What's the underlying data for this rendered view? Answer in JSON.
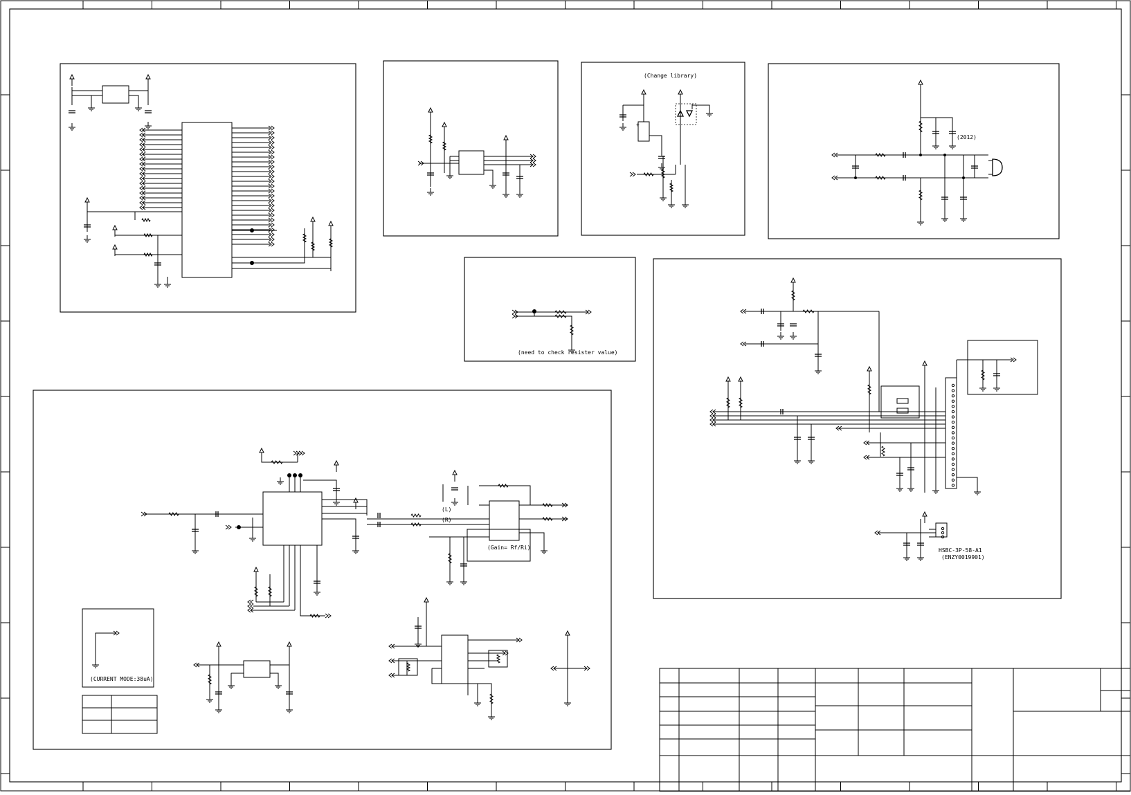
{
  "sheet": {
    "line_color": "#000000",
    "background": "#ffffff"
  },
  "notes": {
    "change_library": "(Change library)",
    "size_2012": "(2012)",
    "check_resistor": "(need to check resister value)",
    "channel_left": "(L)",
    "channel_right": "(R)",
    "gain_formula": "(Gain= Rf/Ri)",
    "current_mode": "(CURRENT MODE:38uA)",
    "connector_part": "HSBC-3P-58-A1",
    "connector_code": "(ENZY0019901)"
  },
  "icons": [
    "power-arrow-icon",
    "ground-icon",
    "offpage-connector-icon",
    "resistor-icon",
    "capacitor-icon",
    "led-icon",
    "transistor-icon",
    "microphone-icon",
    "ic-chip-icon"
  ]
}
